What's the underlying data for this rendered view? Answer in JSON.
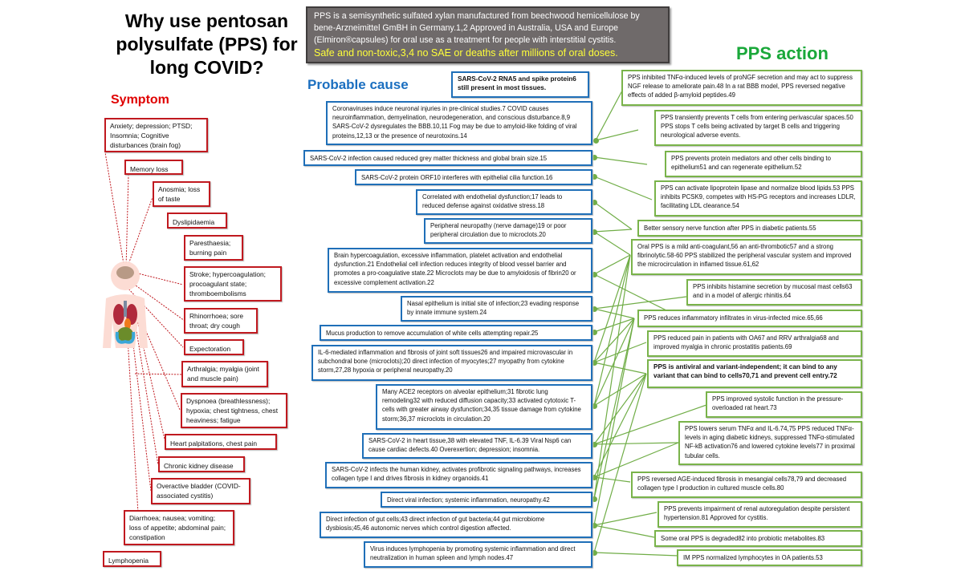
{
  "title": "Why use pentosan polysulfate (PPS) for long COVID?",
  "intro": {
    "text": "PPS is a semisynthetic sulfated xylan manufactured from beechwood hemicellulose by bene-Arzneimittel GmBH in Germany.1,2  Approved in Australia, USA and Europe (Elmiron®capsules) for oral use as a treatment for people with interstitial cystitis.",
    "highlight": "Safe and non-toxic,3,4 no SAE or deaths after millions of oral doses."
  },
  "headers": {
    "symptom": "Symptom",
    "cause": "Probable cause",
    "action": "PPS action"
  },
  "colors": {
    "symptom": "#c0191f",
    "cause": "#1f6fb8",
    "action": "#79b34a",
    "intro_bg": "#6f6a6a",
    "highlight": "#ffff3a"
  },
  "symptoms": [
    "Anxiety; depression; PTSD; Insomnia; Cognitive disturbances (brain fog)",
    "Memory loss",
    "Anosmia; loss of taste",
    "Dyslipidaemia",
    "Paresthaesia; burning pain",
    "Stroke; hypercoagulation; procoagulant state; thromboembolisms",
    "Rhinorrhoea; sore throat; dry cough",
    "Expectoration",
    "Arthralgia; myalgia (joint and muscle pain)",
    "Dyspnoea (breathlessness); hypoxia; chest tightness, chest heaviness; fatigue",
    "Heart palpitations, chest pain",
    "Chronic kidney disease",
    "Overactive bladder (COVID-associated cystitis)",
    "Diarrhoea; nausea; vomiting; loss of appetite; abdominal pain; constipation",
    "Lymphopenia"
  ],
  "causes": [
    "SARS-CoV-2 RNA5 and spike protein6 still present in most tissues.",
    "Coronaviruses induce neuronal injuries in pre-clinical studies.7 COVID causes neuroinflammation, demyelination, neurodegeneration, and conscious disturbance.8,9 SARS-CoV-2 dysregulates the BBB.10,11 Fog may be due to amyloid-like folding of viral proteins,12,13 or the presence of neurotoxins.14",
    "SARS-CoV-2 infection caused reduced grey matter thickness and global brain size.15",
    "SARS-CoV-2 protein ORF10 interferes with epithelial cilia function.16",
    "Correlated with endothelial dysfunction;17 leads to reduced defense against oxidative stress.18",
    "Peripheral neuropathy (nerve damage)19 or poor peripheral circulation due to microclots.20",
    "Brain hypercoagulation, excessive inflammation, platelet activation and endothelial dysfunction.21 Endothelial cell infection reduces integrity of blood vessel barrier and promotes a pro-coagulative state.22 Microclots may be due to amyloidosis of fibrin20 or excessive complement activation.22",
    "Nasal epithelium is initial site of infection;23 evading response by innate immune system.24",
    "Mucus production to remove accumulation of white cells attempting repair.25",
    "IL-6-mediated inflammation and fibrosis of joint soft tissues26 and impaired microvascular in subchondral bone (microclots);20 direct infection of myocytes;27 myopathy from cytokine storm,27,28 hypoxia or peripheral neuropathy.20",
    "Many ACE2 receptors on alveolar epithelium;31 fibrotic lung remodeling32 with reduced diffusion capacity;33 activated cytotoxic T-cells with greater airway dysfunction;34,35 tissue damage from cytokine storm;36,37 microclots in circulation.20",
    "SARS-CoV-2 in heart tissue,38 with elevated TNF, IL-6.39 Viral Nsp6 can cause cardiac defects.40 Overexertion; depression; insomnia.",
    "SARS-CoV-2 infects the human kidney, activates profibrotic signaling pathways, increases collagen type I and drives fibrosis in kidney organoids.41",
    "Direct viral infection; systemic inflammation, neuropathy.42",
    "Direct infection of gut cells;43 direct infection of gut bacteria;44 gut microbiome dysbiosis;45,46 autonomic nerves which control digestion affected.",
    "Virus induces lymphopenia by promoting systemic inflammation and direct neutralization in human spleen and lymph nodes.47"
  ],
  "actions": [
    "PPS inhibited TNFα-induced levels of proNGF secretion and may act to suppress NGF release to ameliorate pain.48 In a rat BBB model, PPS reversed negative effects of added β-amyloid peptides.49",
    "PPS transiently prevents T cells from entering perivascular spaces.50 PPS stops  T cells being activated by target B cells and triggering neurological adverse events.",
    "PPS prevents protein mediators and other cells binding to epithelium51 and can regenerate epithelium.52",
    "PPS can activate lipoprotein lipase and normalize blood lipids.53 PPS inhibits PCSK9, competes with HS-PG receptors and increases LDLR, facilitating LDL clearance.54",
    "Better sensory nerve function after PPS  in diabetic patients.55",
    "Oral PPS is a mild anti-coagulant,56  an anti-thrombotic57 and a strong fibrinolytic.58-60 PPS stabilized the peripheral vascular system and improved the microcirculation in inflamed tissue.61,62",
    "PPS inhibits histamine secretion by mucosal mast cells63 and in a model of allergic rhinitis.64",
    "PPS reduces inflammatory infiltrates in virus-infected mice.65,66",
    "PPS reduced pain in patients with OA67 and RRV arthralgia68 and improved myalgia in chronic prostatitis patients.69",
    "PPS is antiviral and variant-independent; it can bind to any variant that can bind to cells70,71 and prevent cell entry.72",
    "PPS improved systolic function in the pressure-overloaded rat heart.73",
    "PPS lowers serum TNFα and IL-6.74,75  PPS reduced TNFα-levels in aging diabetic kidneys, suppressed TNFα-stimulated NF-kB activation76 and lowered cytokine levels77 in proximal tubular cells.",
    "PPS reversed AGE-induced fibrosis in mesangial cells78,79 and decreased collagen type I production in cultured muscle cells.80",
    "PPS prevents impairment of renal autoregulation despite persistent hypertension.81 Approved for cystitis.",
    "Some oral PPS is degraded82 into probiotic metabolites.83",
    "IM PPS normalized lymphocytes in OA patients.53"
  ]
}
